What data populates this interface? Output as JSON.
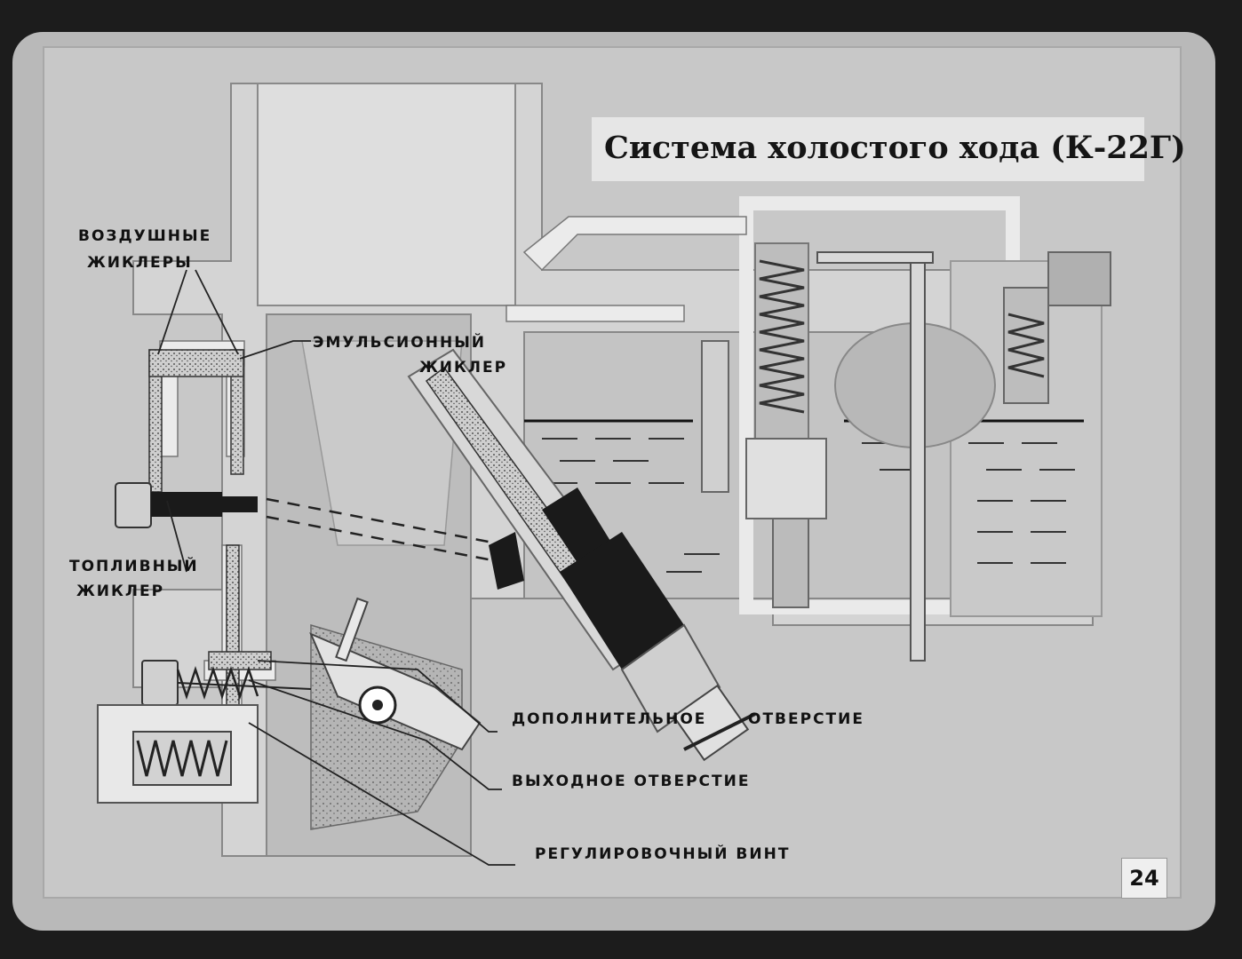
{
  "title": "Система холостого хода (К-22Г)",
  "labels": {
    "air_jets_line1": "ВОЗДУШНЫЕ",
    "air_jets_line2": "ЖИКЛЕРЫ",
    "emulsion_jet_line1": "ЭМУЛЬСИОННЫЙ",
    "emulsion_jet_line2": "ЖИКЛЕР",
    "fuel_jet_line1": "ТОПЛИВНЫЙ",
    "fuel_jet_line2": "ЖИКЛЕР",
    "additional_word1": "ДОПОЛНИТЕЛЬНОЕ",
    "additional_word2": "ОТВЕРСТИЕ",
    "outlet_hole": "ВЫХОДНОЕ ОТВЕРСТИЕ",
    "adjusting_screw": "РЕГУЛИРОВОЧНЫЙ ВИНТ"
  },
  "slide_number": "24",
  "colors": {
    "frame": "#b9b9b9",
    "panel": "#c8c8c8",
    "channel": "#ebebeb",
    "metal": "#9a9a9a",
    "dark": "#1a1a1a"
  }
}
